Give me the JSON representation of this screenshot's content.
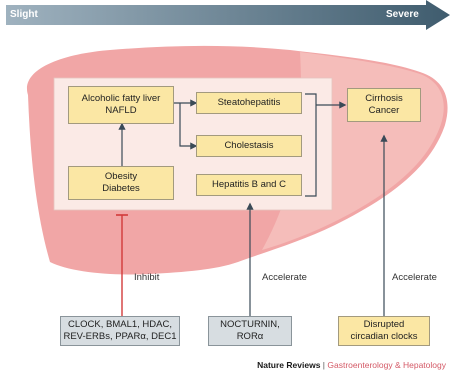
{
  "severity_bar": {
    "start_label": "Slight",
    "end_label": "Severe",
    "colors": {
      "start": "#9fb2bf",
      "end": "#3f5c6e"
    }
  },
  "colors": {
    "liver_fill": "#f1a6a6",
    "liver_lobe": "#f6c4c0",
    "panel_fill": "#fbeae6",
    "box_fill": "#fbe7a4",
    "grey_box_fill": "#d7dde1",
    "inhibit_line": "#d23a3a",
    "arrow_line": "#3a4a57"
  },
  "boxes": {
    "alcoholic": "Alcoholic fatty liver\nNAFLD",
    "obesity": "Obesity\nDiabetes",
    "steatohepatitis": "Steatohepatitis",
    "cholestasis": "Cholestasis",
    "hepatitis": "Hepatitis B and C",
    "cirrhosis": "Cirrhosis\nCancer"
  },
  "regulators": {
    "clock_genes": "CLOCK, BMAL1, HDAC,\nREV-ERBs, PPARα, DEC1",
    "nocturnin": "NOCTURNIN,\nRORα",
    "disrupted": "Disrupted\ncircadian clocks"
  },
  "arrow_labels": {
    "inhibit": "Inhibit",
    "accelerate_1": "Accelerate",
    "accelerate_2": "Accelerate"
  },
  "footer": {
    "publisher": "Nature Reviews",
    "separator": "|",
    "journal": "Gastroenterology & Hepatology"
  }
}
